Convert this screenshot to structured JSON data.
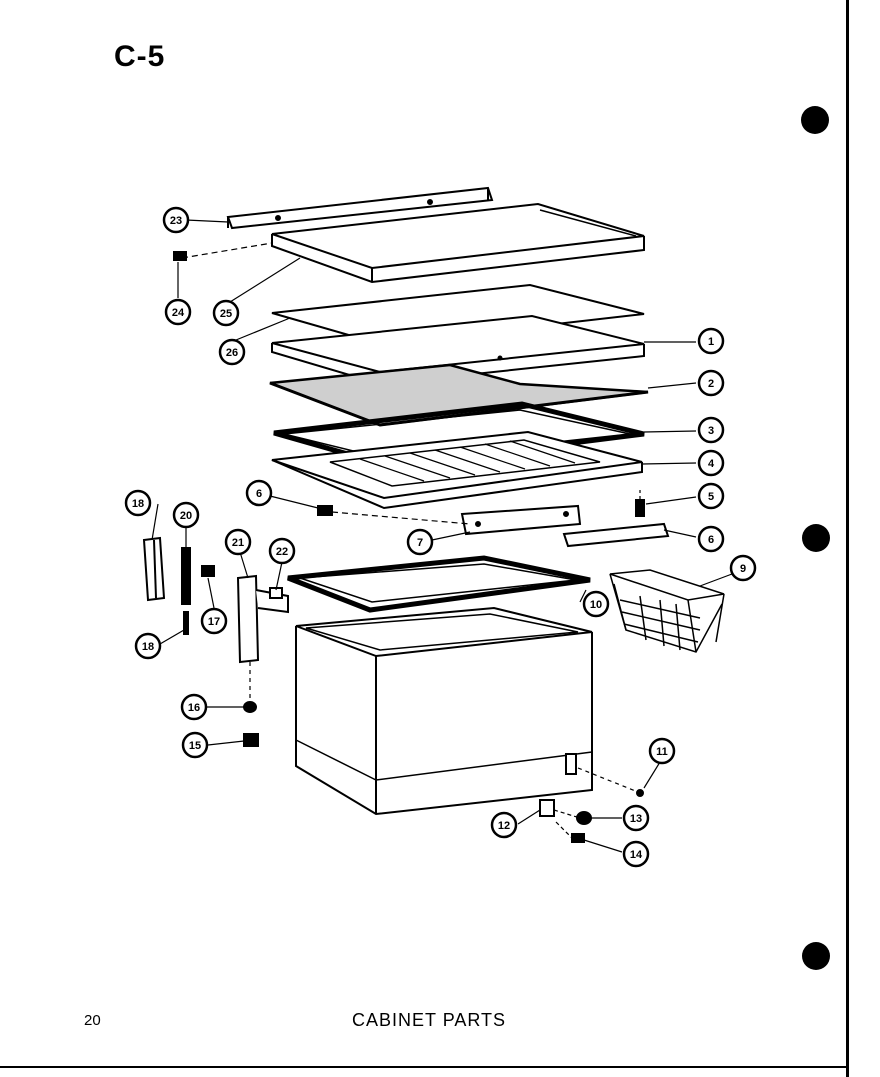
{
  "page": {
    "title": "C-5",
    "caption": "CABINET PARTS",
    "page_number": "20"
  },
  "callouts": {
    "c1": "1",
    "c2": "2",
    "c3": "3",
    "c4": "4",
    "c5": "5",
    "c6a": "6",
    "c6b": "6",
    "c7": "7",
    "c9": "9",
    "c10": "10",
    "c11": "11",
    "c12": "12",
    "c13": "13",
    "c14": "14",
    "c15": "15",
    "c16": "16",
    "c17": "17",
    "c18a": "18",
    "c18b": "18",
    "c20": "20",
    "c21": "21",
    "c22": "22",
    "c23": "23",
    "c24": "24",
    "c25": "25",
    "c26": "26"
  }
}
